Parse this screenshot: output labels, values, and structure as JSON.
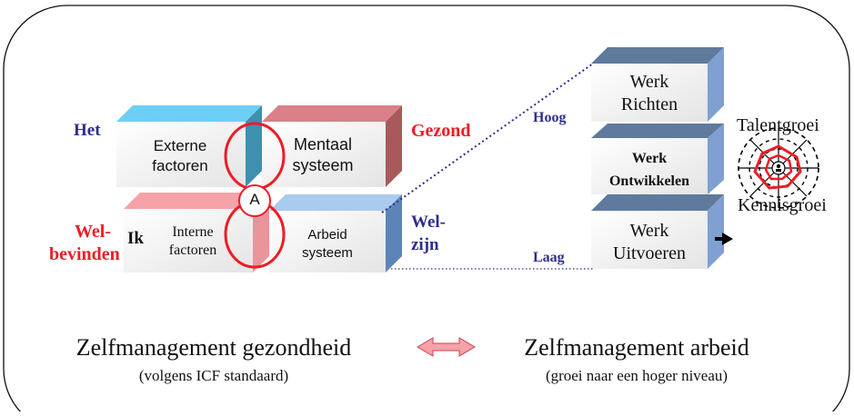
{
  "top_title_fragment": "",
  "boxes": {
    "externe": {
      "line1": "Externe",
      "line2": "factoren"
    },
    "mentaal": {
      "line1": "Mentaal",
      "line2": "systeem"
    },
    "interne": {
      "line1": "Interne",
      "line2": "factoren"
    },
    "arbeid": {
      "line1": "Arbeid",
      "line2": "systeem"
    },
    "werk_richten": {
      "line1": "Werk",
      "line2": "Richten"
    },
    "werk_ontwikkelen": {
      "line1": "Werk",
      "line2": "Ontwikkelen"
    },
    "werk_uitvoeren": {
      "line1": "Werk",
      "line2": "Uitvoeren"
    }
  },
  "labels": {
    "het": "Het",
    "gezond": "Gezond",
    "welbevinden_1": "Wel-",
    "welbevinden_2": "bevinden",
    "ik": "Ik",
    "welzijn_1": "Wel-",
    "welzijn_2": "zijn",
    "hoog": "Hoog",
    "laag": "Laag",
    "circle_a": "A",
    "talentgroei": "Talentgroei",
    "kennisgroei": "Kennisgroei"
  },
  "bottom": {
    "left_title": "Zelfmanagement gezondheid",
    "left_sub": "(volgens ICF standaard)",
    "right_title": "Zelfmanagement arbeid",
    "right_sub": "(groei naar een hoger niveau)"
  },
  "colors": {
    "blue_text": "#2e2e8c",
    "red_text": "#ee1c25",
    "cyan_top": "#6ecff6",
    "teal_side": "#3f8fb0",
    "pink_top": "#f5a3a8",
    "rose_top": "#d98088",
    "maroon_side": "#a85a5a",
    "light_blue_top": "#a9cbed",
    "steel_side": "#5c84b8",
    "werk_top": "#5f7a9c",
    "werk_side": "#7fa0d0"
  }
}
